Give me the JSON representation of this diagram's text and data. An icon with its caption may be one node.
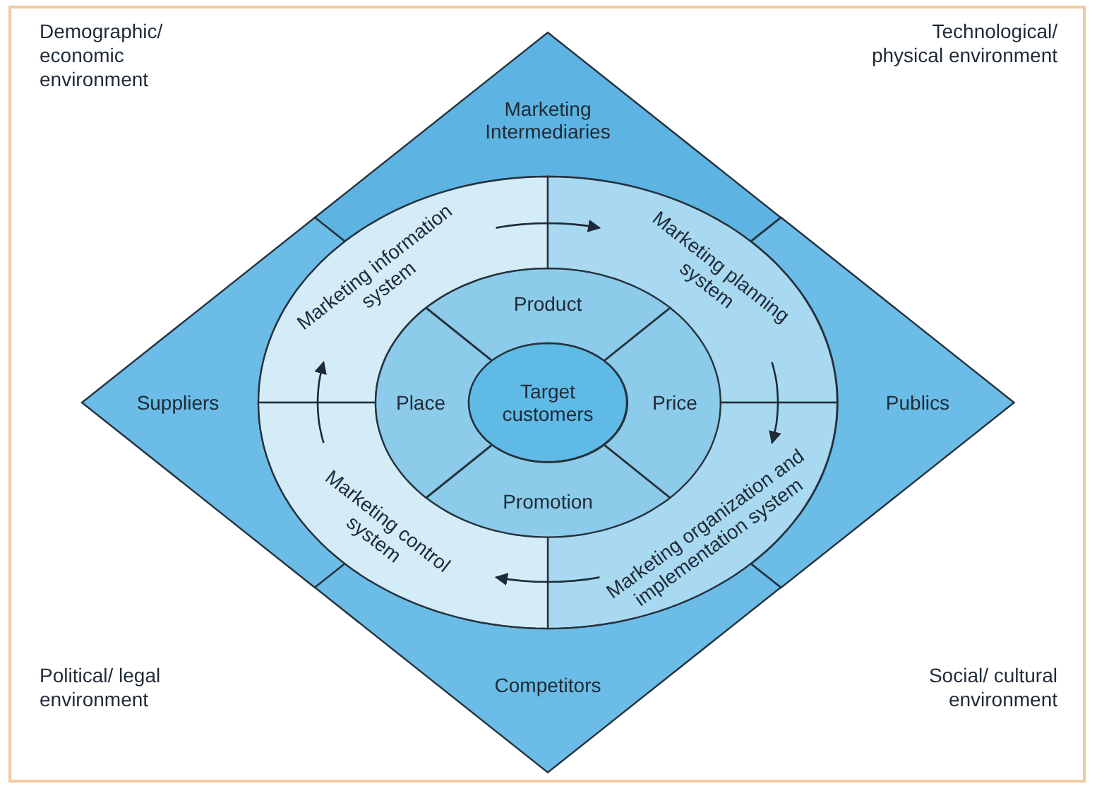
{
  "diagram": {
    "nodes": [
      {
        "text": [
          "Marketing Intermediaries"
        ]
      },
      {
        "text": [
          "Suppliers"
        ]
      },
      {
        "text": [
          "Publics"
        ]
      },
      {
        "text": [
          "Competitors"
        ]
      },
      {
        "text": [
          "Marketing information system"
        ]
      },
      {
        "text": [
          "Marketing planning system"
        ]
      },
      {
        "text": [
          "Marketing organization and implementation system"
        ]
      },
      {
        "text": [
          "Marketing control system"
        ]
      },
      {
        "text": [
          "Product"
        ]
      },
      {
        "text": [
          "Place"
        ]
      },
      {
        "text": [
          "Target customers"
        ]
      },
      {
        "text": [
          "Price"
        ]
      },
      {
        "text": [
          "Promotion"
        ]
      }
    ],
    "edges": [
      {
        "from": 4,
        "to": 5,
        "arrow": "to"
      },
      {
        "from": 5,
        "to": 6,
        "arrow": "to"
      },
      {
        "from": 6,
        "to": 7,
        "arrow": "to"
      },
      {
        "from": 7,
        "to": 4,
        "arrow": "to"
      }
    ],
    "labels": [
      "Demographic/ economic environment",
      "Technological/ physical environment",
      "Political/ legal environment",
      "Social/ cultural environment"
    ]
  }
}
